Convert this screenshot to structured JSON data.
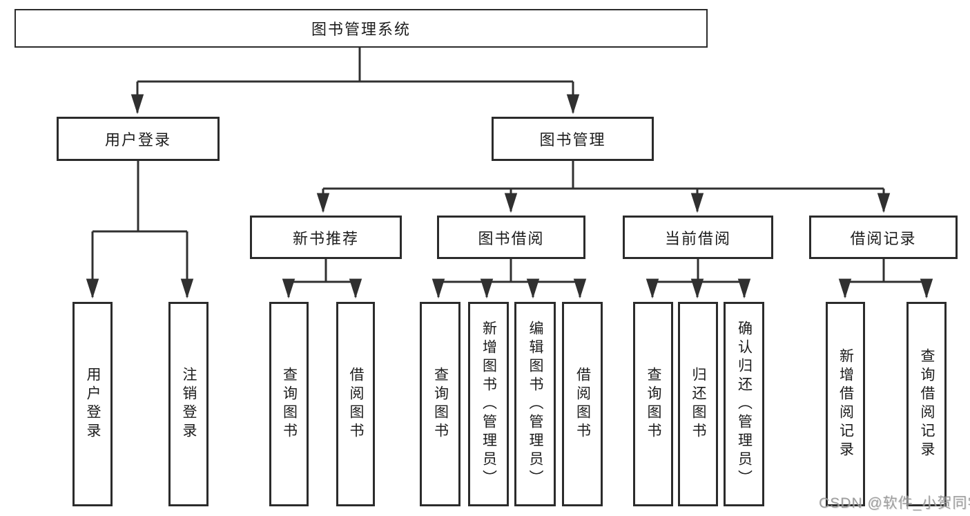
{
  "diagram": {
    "root": {
      "label": "图书管理系统"
    },
    "login": {
      "label": "用户登录",
      "children": [
        {
          "label": "用户登录"
        },
        {
          "label": "注销登录"
        }
      ]
    },
    "mgmt": {
      "label": "图书管理",
      "sections": [
        {
          "label": "新书推荐",
          "children": [
            {
              "label": "查询图书"
            },
            {
              "label": "借阅图书"
            }
          ]
        },
        {
          "label": "图书借阅",
          "children": [
            {
              "label": "查询图书"
            },
            {
              "label": "新增图书（管理员）"
            },
            {
              "label": "编辑图书（管理员）"
            },
            {
              "label": "借阅图书"
            }
          ]
        },
        {
          "label": "当前借阅",
          "children": [
            {
              "label": "查询图书"
            },
            {
              "label": "归还图书"
            },
            {
              "label": "确认归还（管理员）"
            }
          ]
        },
        {
          "label": "借阅记录",
          "children": [
            {
              "label": "新增借阅记录"
            },
            {
              "label": "查询借阅记录"
            }
          ]
        }
      ]
    }
  },
  "watermark": {
    "text": "CSDN @软件_小贺同学"
  },
  "colors": {
    "line": "#303030",
    "border": "#2b2b2b",
    "text": "#1c1c1c",
    "watermark": "#919191"
  }
}
